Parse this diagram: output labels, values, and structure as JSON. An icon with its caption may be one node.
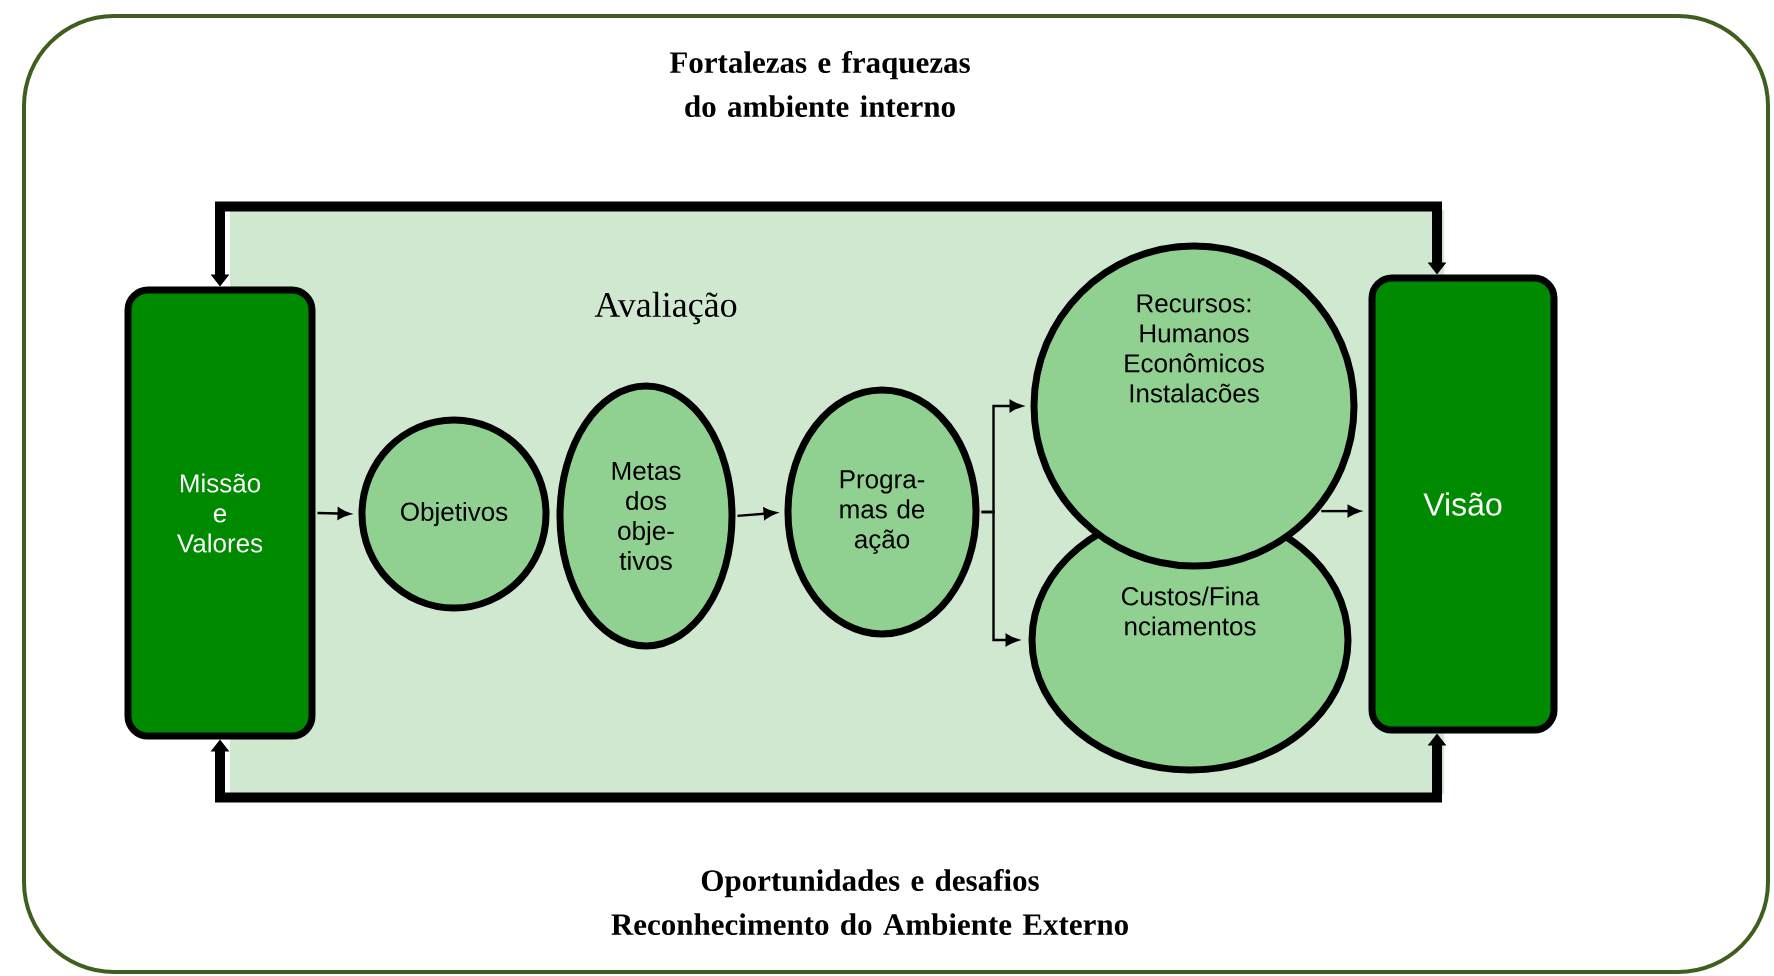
{
  "diagram": {
    "nodes": [
      {
        "text": [
          "Fortalezas e fraquezas do ambiente interno",
          "Oportunidades e desafios Reconhecimento do Ambiente Externo"
        ]
      },
      {
        "text": [
          "Avaliação"
        ],
        "in": 0
      },
      {
        "text": [
          "Missão e Valores"
        ],
        "in": 0
      },
      {
        "text": [
          "Objetivos"
        ],
        "in": 1
      },
      {
        "text": [
          "Metas dos obje- tivos"
        ],
        "in": 1
      },
      {
        "text": [
          "Progra- mas de ação"
        ],
        "in": 1
      },
      {
        "text": [
          "Recursos: Humanos Econômicos Instalacões"
        ],
        "in": 1
      },
      {
        "text": [
          "Custos/Fina nciamentos"
        ],
        "in": 1
      },
      {
        "text": [
          "Visão"
        ],
        "in": 0
      }
    ],
    "edges": [
      {
        "from": 2,
        "to": 3,
        "arrow": "to"
      },
      {
        "from": 4,
        "to": 5,
        "arrow": "to"
      },
      {
        "from": 5,
        "to": 6,
        "arrow": "to"
      },
      {
        "from": 5,
        "to": 7,
        "arrow": "to"
      },
      {
        "from": 6,
        "to": 8,
        "arrow": "to"
      },
      {
        "from": 2,
        "to": 8,
        "arrow": "both",
        "style": "thick"
      },
      {
        "from": 2,
        "to": 8,
        "arrow": "both",
        "style": "thick"
      }
    ]
  }
}
